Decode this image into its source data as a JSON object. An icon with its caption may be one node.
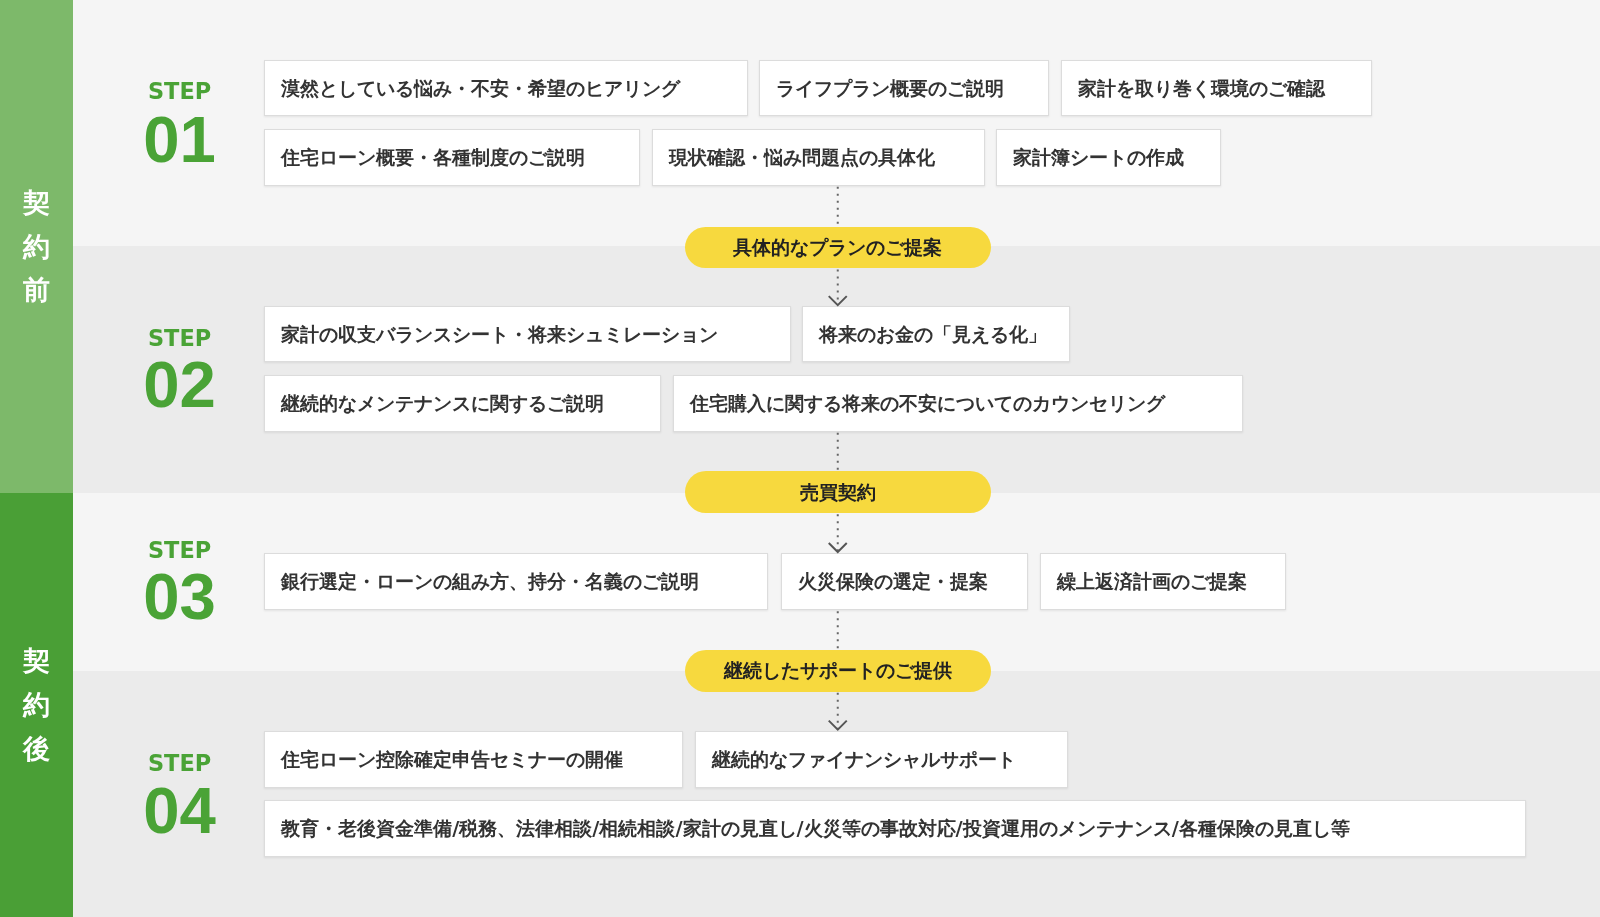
{
  "diagram": {
    "nodes": [
      {
        "text": [
          "契約前"
        ]
      },
      {
        "text": [
          "STEP",
          "01"
        ]
      },
      {
        "text": [
          "漠然としている悩み・不安・希望のヒアリング"
        ],
        "in": 1
      },
      {
        "text": [
          "ライフプラン概要のご説明"
        ],
        "in": 1
      },
      {
        "text": [
          "家計を取り巻く環境のご確認"
        ],
        "in": 1
      },
      {
        "text": [
          "住宅ローン概要・各種制度のご説明"
        ],
        "in": 1
      },
      {
        "text": [
          "現状確認・悩み問題点の具体化"
        ],
        "in": 1
      },
      {
        "text": [
          "家計簿シートの作成"
        ],
        "in": 1
      },
      {
        "text": [
          "具体的なプランのご提案"
        ]
      },
      {
        "text": [
          "STEP",
          "02"
        ]
      },
      {
        "text": [
          "家計の収支バランスシート・将来シュミレーション"
        ],
        "in": 9
      },
      {
        "text": [
          "将来のお金の「見える化」"
        ],
        "in": 9
      },
      {
        "text": [
          "継続的なメンテナンスに関するご説明"
        ],
        "in": 9
      },
      {
        "text": [
          "住宅購入に関する将来の不安についてのカウンセリング"
        ],
        "in": 9
      },
      {
        "text": [
          "売買契約"
        ]
      },
      {
        "text": [
          "契約後"
        ]
      },
      {
        "text": [
          "STEP",
          "03"
        ]
      },
      {
        "text": [
          "銀行選定・ローンの組み方、持分・名義のご説明"
        ],
        "in": 16
      },
      {
        "text": [
          "火災保険の選定・提案"
        ],
        "in": 16
      },
      {
        "text": [
          "繰上返済計画のご提案"
        ],
        "in": 16
      },
      {
        "text": [
          "継続したサポートのご提供"
        ]
      },
      {
        "text": [
          "STEP",
          "04"
        ]
      },
      {
        "text": [
          "住宅ローン控除確定申告セミナーの開催"
        ],
        "in": 21
      },
      {
        "text": [
          "継続的なファイナンシャルサポート"
        ],
        "in": 21
      },
      {
        "text": [
          "教育・老後資金準備/税務、法律相談/相続相談/家計の見直し/火災等の事故対応/投資運用のメンテナンス/各種保険の見直し等"
        ],
        "in": 21
      }
    ],
    "edges": [
      {
        "from": 6,
        "to": 8,
        "arrow": "none"
      },
      {
        "from": 8,
        "to": 11,
        "arrow": "to"
      },
      {
        "from": 13,
        "to": 14,
        "arrow": "none"
      },
      {
        "from": 14,
        "to": 18,
        "arrow": "to"
      },
      {
        "from": 18,
        "to": 20,
        "arrow": "none"
      },
      {
        "from": 20,
        "to": 23,
        "arrow": "to"
      }
    ]
  }
}
